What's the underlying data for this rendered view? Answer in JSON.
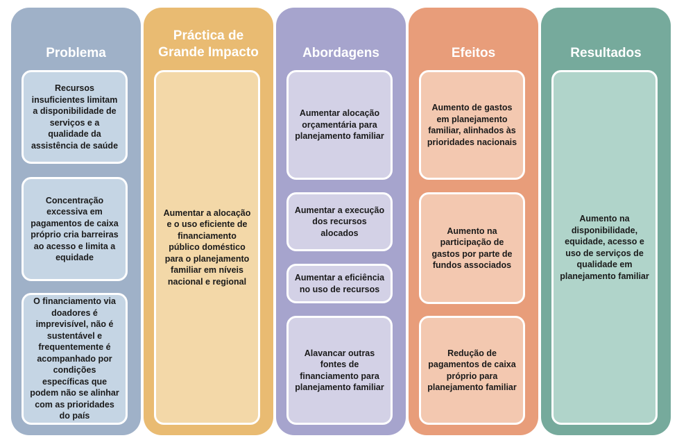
{
  "colors": {
    "problema": {
      "column": "#9fb1c8",
      "box": "#c5d5e4"
    },
    "pratica": {
      "column": "#e9bb72",
      "box": "#f3d8a8"
    },
    "abordagens": {
      "column": "#a6a4cd",
      "box": "#d3d1e6"
    },
    "efeitos": {
      "column": "#e89d7a",
      "box": "#f3c8b0"
    },
    "resultados": {
      "column": "#76aa9c",
      "box": "#b0d4ca"
    }
  },
  "columns": [
    {
      "title": "Problema",
      "boxes": [
        "Recursos insuficientes limitam a disponibilidade de serviços e a qualidade da assistência de saúde",
        "Concentração excessiva em pagamentos de caixa próprio cria barreiras ao acesso e limita a equidade",
        "O financiamento via doadores é imprevisível, não é sustentável e frequentemente é acompanhado por condições específicas que podem não se alinhar com as prioridades do país"
      ]
    },
    {
      "title": "Práctica de Grande Impacto",
      "boxes": [
        "Aumentar a alocação e o uso eficiente de financiamento público doméstico para o planejamento familiar em níveis nacional e regional"
      ]
    },
    {
      "title": "Abordagens",
      "boxes": [
        "Aumentar alocação orçamentária para planejamento familiar",
        "Aumentar a execução dos recursos alocados",
        "Aumentar a eficiência no uso de recursos",
        "Alavancar outras fontes de financiamento para planejamento familiar"
      ]
    },
    {
      "title": "Efeitos",
      "boxes": [
        "Aumento de gastos em planejamento familiar, alinhados às prioridades nacionais",
        "Aumento na participação de gastos por parte de fundos associados",
        "Redução de pagamentos de caixa próprio para planejamento familiar"
      ]
    },
    {
      "title": "Resultados",
      "boxes": [
        "Aumento na disponibilidade, equidade, acesso e uso de serviços de qualidade em planejamento familiar"
      ]
    }
  ]
}
